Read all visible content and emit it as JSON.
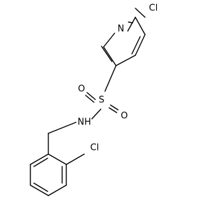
{
  "molecule": {
    "atoms": {
      "cl_top": "Cl",
      "n_ring": "N",
      "s": "S",
      "o_left": "O",
      "o_right": "O",
      "nh": "NH",
      "cl_bottom": "Cl"
    }
  }
}
